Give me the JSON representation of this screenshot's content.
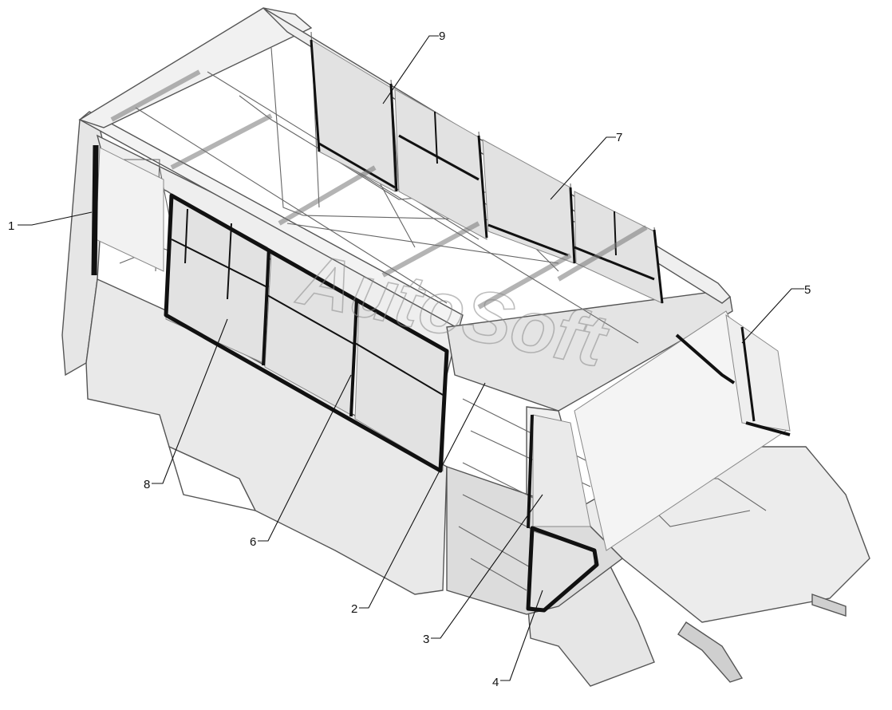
{
  "watermark": "AutoSoft",
  "colors": {
    "body": "#ececec",
    "body_shade": "#d9d9d9",
    "glass": "#e2e2e2",
    "frame": "#111111",
    "line": "#555555"
  },
  "callouts": [
    {
      "id": "1",
      "label": "1"
    },
    {
      "id": "2",
      "label": "2"
    },
    {
      "id": "3",
      "label": "3"
    },
    {
      "id": "4",
      "label": "4"
    },
    {
      "id": "5",
      "label": "5"
    },
    {
      "id": "6",
      "label": "6"
    },
    {
      "id": "7",
      "label": "7"
    },
    {
      "id": "8",
      "label": "8"
    },
    {
      "id": "9",
      "label": "9"
    }
  ]
}
